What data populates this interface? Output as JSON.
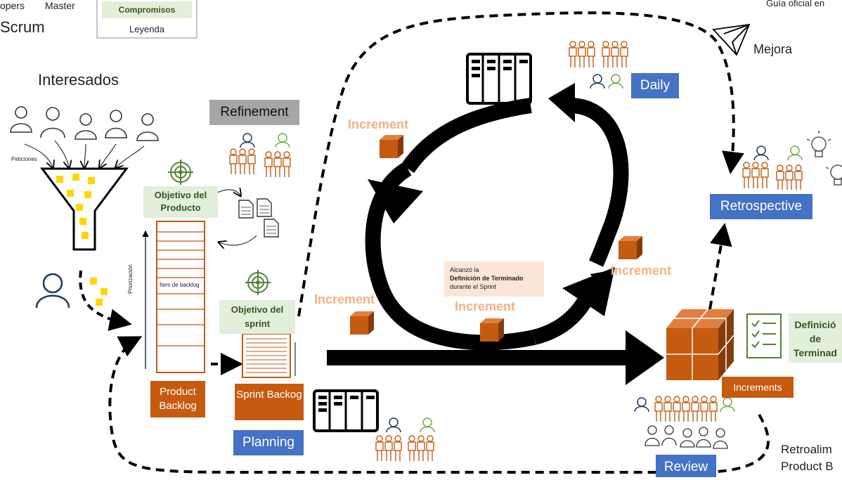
{
  "header": {
    "developers": "opers",
    "master": "Master",
    "scrum": "Scrum",
    "guide": "Guía oficial en"
  },
  "legend": {
    "commitments": "Compromisos",
    "legend": "Leyenda"
  },
  "stakeholders": {
    "title": "Interesados",
    "requests": "Peticiones"
  },
  "product_goal": "Objetivo del Producto",
  "backlog_item": "Ítem de backlog",
  "prioritization": "Priorización",
  "product_backlog": "Product Backlog",
  "sprint_goal": "Objetivo del sprint",
  "sprint_backlog": "Sprint Backog",
  "events": {
    "refinement": "Refinement",
    "planning": "Planning",
    "daily": "Daily",
    "review": "Review",
    "retrospective": "Retrospective"
  },
  "increment_label": "Increment",
  "increments_label": "Increments",
  "dod_note": {
    "line1": "Alcanzó la",
    "line2": "Definición de Terminado",
    "line3": "durante el Sprint"
  },
  "definition_of_done": {
    "l1": "Definició",
    "l2": "de",
    "l3": "Terminad"
  },
  "improvement": "Mejora",
  "feedback": {
    "l1": "Retroalim",
    "l2": "Product B"
  },
  "colors": {
    "blue": "#4472c4",
    "orange": "#c55a11",
    "green_bg": "#e2efda",
    "green_text": "#375623",
    "grey": "#a6a6a6",
    "increment_text": "#f4b183"
  }
}
